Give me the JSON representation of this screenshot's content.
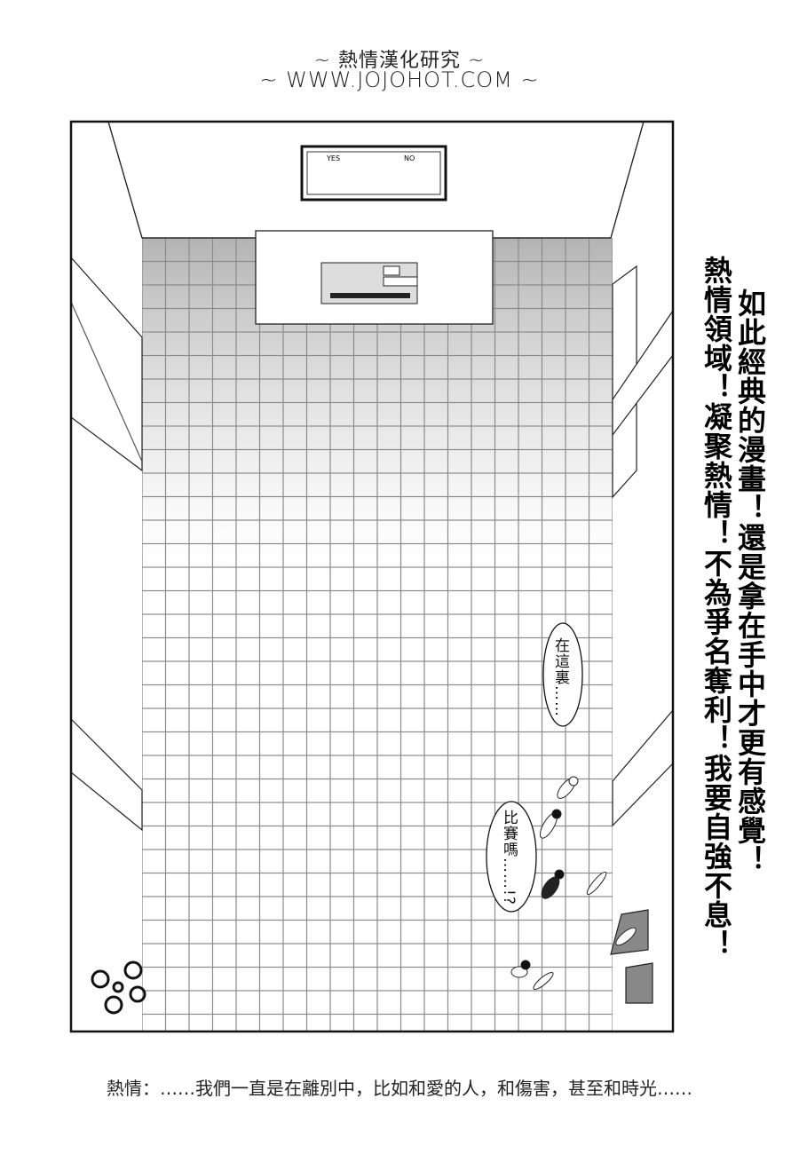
{
  "header": {
    "group_name": "~ 熱情漢化研究 ~",
    "website": "~ WWW.JOJOHOT.COM ~"
  },
  "panel": {
    "wall_screen": {
      "yes_label": "YES",
      "no_label": "NO"
    },
    "speech_bubbles": [
      {
        "text": "在這裏……"
      },
      {
        "text": "比賽嗎……!?"
      }
    ]
  },
  "vertical_text": {
    "column_left": "熱情領域！凝聚熱情！不為爭名奪利！我要自強不息！",
    "column_right": "如此經典的漫畫！還是拿在手中才更有感覺！"
  },
  "caption": "熱情：……我們一直是在離別中，比如和愛的人，和傷害，甚至和時光……",
  "colors": {
    "ink": "#111111",
    "tile_line": "#9a9a9a",
    "paper": "#ffffff"
  }
}
